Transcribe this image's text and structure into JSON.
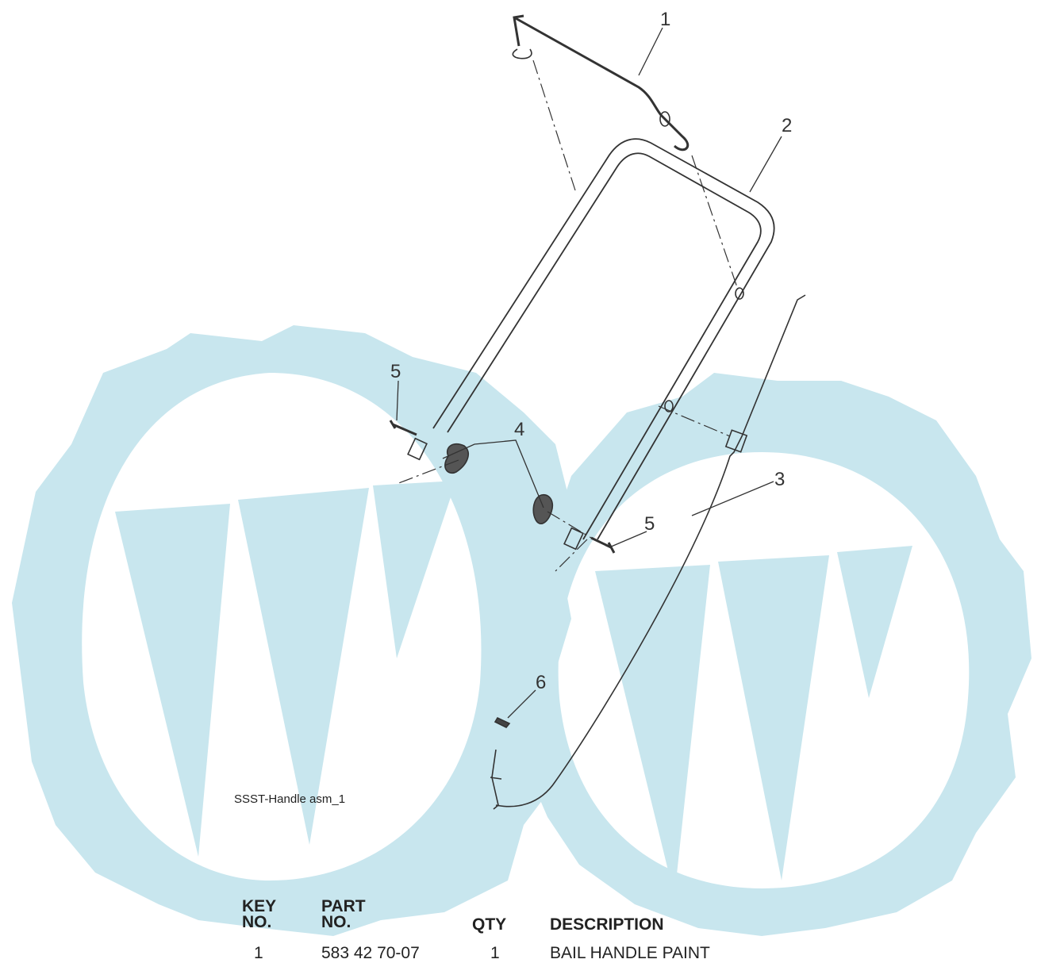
{
  "diagram": {
    "reference_label": "SSST-Handle asm_1",
    "callouts": [
      "1",
      "2",
      "3",
      "4",
      "5",
      "5",
      "6"
    ],
    "watermark_color": "#c8e6ee",
    "line_color": "#333333"
  },
  "parts_table": {
    "headers": {
      "key_no": [
        "KEY",
        "NO."
      ],
      "part_no": [
        "PART",
        "NO."
      ],
      "qty": "QTY",
      "description": "DESCRIPTION"
    },
    "rows": [
      {
        "key_no": "1",
        "part_no": "583 42 70-07",
        "qty": "1",
        "description": "BAIL HANDLE PAINT"
      }
    ]
  }
}
